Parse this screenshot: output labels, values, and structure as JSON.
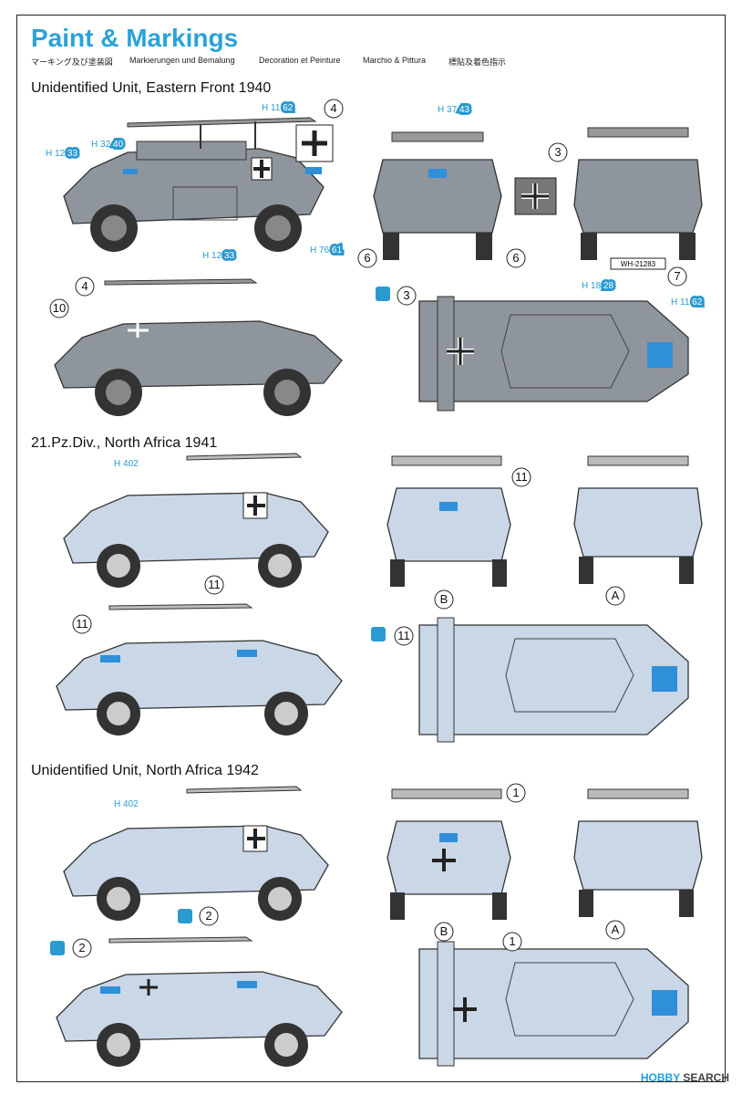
{
  "header": {
    "title": "Paint & Markings",
    "subtitles": [
      "マーキング及び塗装図",
      "Markierungen und Bemalung",
      "Decoration et Peinture",
      "Marchio & Pittura",
      "標貼及着色指示"
    ]
  },
  "sections": [
    {
      "title": "Unidentified Unit, Eastern Front 1940",
      "color": "#8f959c",
      "labels": {
        "side1_a": {
          "h": "H",
          "n": "11",
          "c": "62"
        },
        "side1_b": {
          "h": "H",
          "n": "12",
          "c": "33"
        },
        "side1_c": {
          "h": "H",
          "n": "32",
          "c": "40"
        },
        "side1_d": {
          "h": "H",
          "n": "12",
          "c": "33"
        },
        "side1_e": {
          "h": "H",
          "n": "76",
          "c": "61"
        },
        "front_a": {
          "h": "H",
          "n": "37",
          "c": "43"
        },
        "top_a": {
          "h": "H",
          "n": "18",
          "c": "28"
        },
        "top_b": {
          "h": "H",
          "n": "11",
          "c": "62"
        }
      },
      "callouts": [
        "4",
        "3",
        "6",
        "6",
        "7",
        "4",
        "10",
        "3"
      ],
      "plate": "WH-21283"
    },
    {
      "title": "21.Pz.Div., North Africa 1941",
      "color": "#c9d7e6",
      "labels": {
        "side1_a": {
          "h": "H",
          "n": "402"
        }
      },
      "callouts": [
        "11",
        "11",
        "B",
        "A",
        "11",
        "11"
      ]
    },
    {
      "title": "Unidentified Unit, North Africa 1942",
      "color": "#c9d7e6",
      "labels": {
        "side1_a": {
          "h": "H",
          "n": "402"
        }
      },
      "callouts": [
        "1",
        "2",
        "B",
        "A",
        "2",
        "1"
      ]
    }
  ],
  "footer": {
    "logo_a": "HOBBY",
    "logo_b": " SEARCH"
  }
}
